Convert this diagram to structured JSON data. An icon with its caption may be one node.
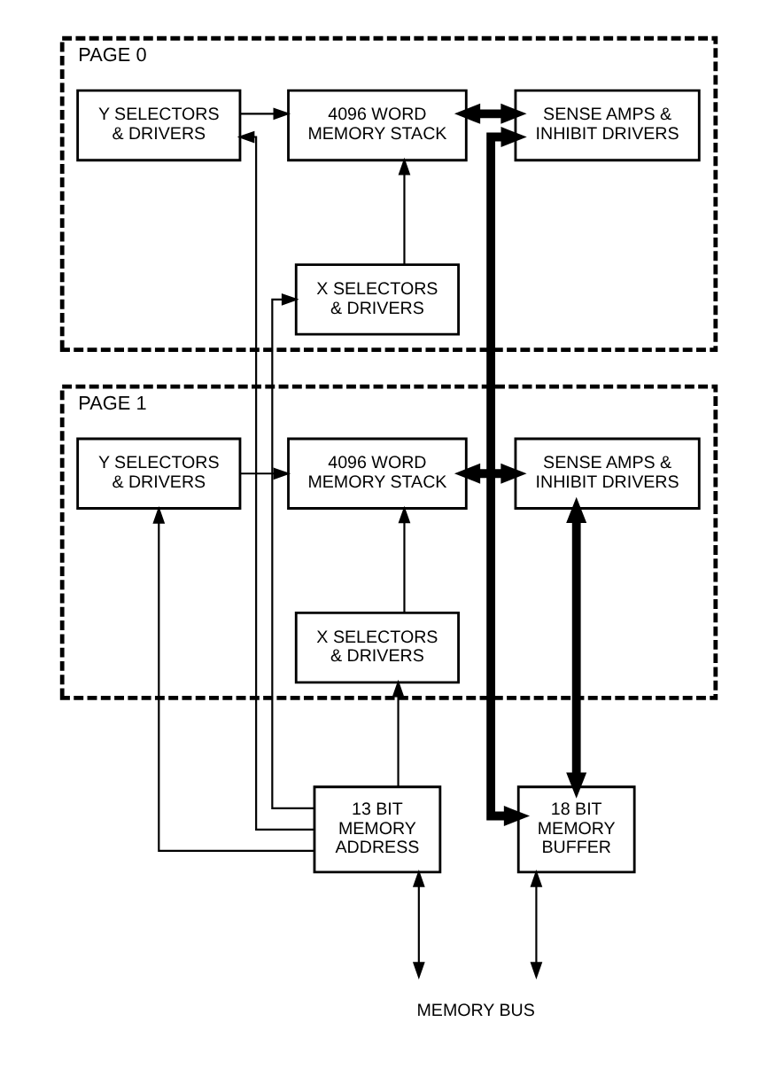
{
  "diagram": {
    "nodes": [
      {
        "text": [
          "PAGE 0"
        ]
      },
      {
        "text": [
          "Y SELECTORS & DRIVERS"
        ],
        "in": 0
      },
      {
        "text": [
          "4096 WORD MEMORY STACK"
        ],
        "in": 0
      },
      {
        "text": [
          "SENSE AMPS & INHIBIT DRIVERS"
        ],
        "in": 0
      },
      {
        "text": [
          "X SELECTORS & DRIVERS"
        ],
        "in": 0
      },
      {
        "text": [
          "PAGE 1"
        ]
      },
      {
        "text": [
          "Y SELECTORS & DRIVERS"
        ],
        "in": 5
      },
      {
        "text": [
          "4096 WORD MEMORY STACK"
        ],
        "in": 5
      },
      {
        "text": [
          "SENSE AMPS & INHIBIT DRIVERS"
        ],
        "in": 5
      },
      {
        "text": [
          "X SELECTORS & DRIVERS"
        ],
        "in": 5
      },
      {
        "text": [
          "13 BIT MEMORY ADDRESS"
        ]
      },
      {
        "text": [
          "18 BIT MEMORY BUFFER"
        ]
      },
      {
        "text": [
          "MEMORY BUS"
        ]
      }
    ],
    "edges": [
      {
        "from": 1,
        "to": 2,
        "arrow": "to"
      },
      {
        "from": 2,
        "to": 3,
        "arrow": "both",
        "style": "thick"
      },
      {
        "from": 3,
        "to": 11,
        "arrow": "both",
        "style": "thick"
      },
      {
        "from": 4,
        "to": 2,
        "arrow": "to"
      },
      {
        "from": 6,
        "to": 7,
        "arrow": "to"
      },
      {
        "from": 7,
        "to": 8,
        "arrow": "both",
        "style": "thick"
      },
      {
        "from": 8,
        "to": 11,
        "arrow": "both",
        "style": "thick"
      },
      {
        "from": 9,
        "to": 7,
        "arrow": "to"
      },
      {
        "from": 10,
        "to": 1,
        "arrow": "to"
      },
      {
        "from": 10,
        "to": 4,
        "arrow": "to"
      },
      {
        "from": 10,
        "to": 6,
        "arrow": "to"
      },
      {
        "from": 10,
        "to": 9,
        "arrow": "to"
      },
      {
        "from": 10,
        "to": 12,
        "arrow": "both"
      },
      {
        "from": 11,
        "to": 12,
        "arrow": "both"
      }
    ]
  }
}
